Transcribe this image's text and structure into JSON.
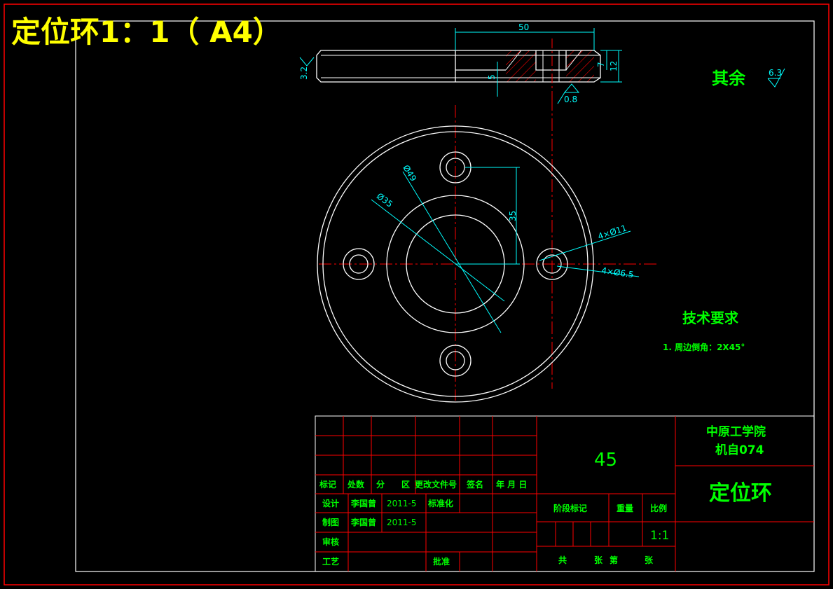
{
  "title": "定位环1：1（ A4）",
  "colors": {
    "frame": "#ff0000",
    "outline": "#ffffff",
    "dimension": "#00ffff",
    "text": "#00ff00",
    "title": "#ffff00",
    "center_line": "#ff0000",
    "hatch": "#ff0000"
  },
  "section": {
    "dim_50": "50",
    "dim_7": "7",
    "dim_12": "12",
    "dim_5": "5",
    "rough_32": "3.2",
    "rough_08": "0.8"
  },
  "roughness_other": {
    "label": "其余",
    "value": "6.3"
  },
  "plan": {
    "dim_49": "Ø49",
    "dim_35d": "Ø35",
    "dim_35": "35",
    "dim_holes_11": "4×Ø11",
    "dim_holes_65": "4×Ø6.5"
  },
  "tech": {
    "heading": "技术要求",
    "item_1": "1.  周边倒角：2X45°"
  },
  "title_block": {
    "material": "45",
    "school": "中原工学院",
    "class": "机自074",
    "part_name": "定位环",
    "header_row": [
      "标记",
      "处数",
      "分",
      "区",
      "更改文件号",
      "签名",
      "年 月 日"
    ],
    "design_label": "设计",
    "design_name": "李国曾",
    "design_date": "2011-5",
    "standard_label": "标准化",
    "draw_label": "制图",
    "draw_name": "李国曾",
    "draw_date": "2011-5",
    "check_label": "审核",
    "process_label": "工艺",
    "approve_label": "批准",
    "stage_label": "阶段标记",
    "weight_label": "重量",
    "scale_label": "比例",
    "scale_value": "1:1",
    "total_label": "共",
    "sheet_label": "张",
    "page_label": "第",
    "sheet_label_2": "张"
  }
}
